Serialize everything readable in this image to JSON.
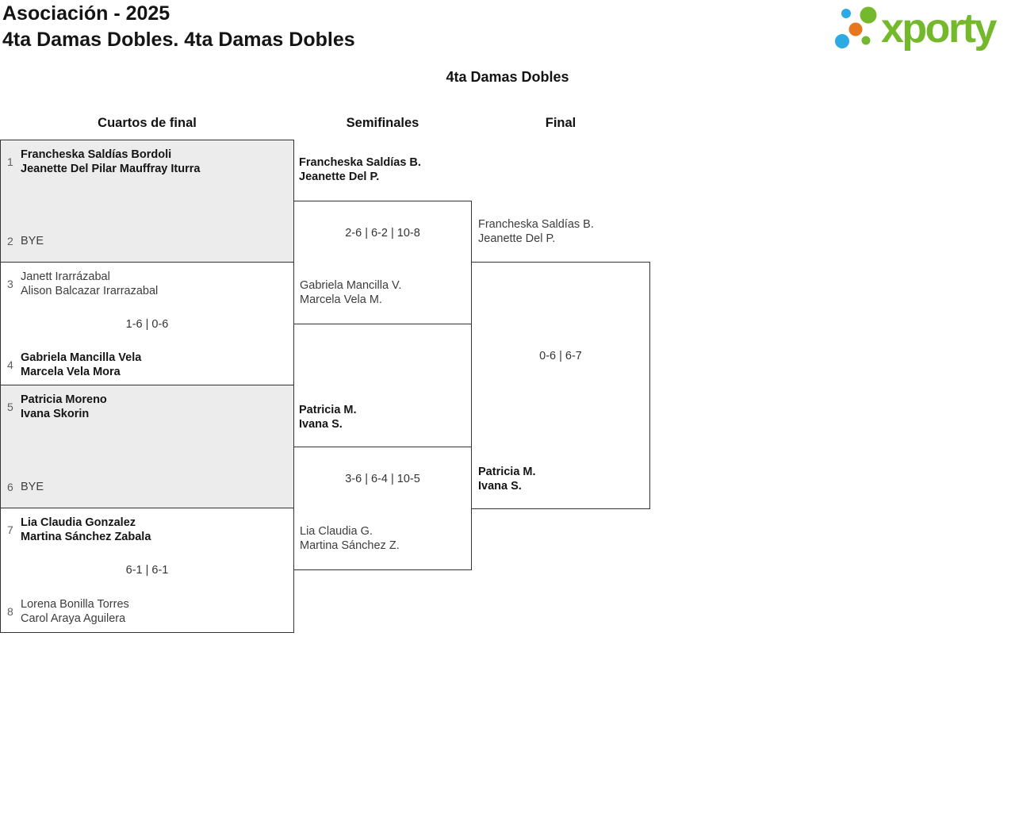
{
  "header": {
    "title_line1": "Asociación - 2025",
    "title_line2": "4ta Damas Dobles. 4ta Damas Dobles"
  },
  "logo": {
    "text": "xporty",
    "green": "#74b82c",
    "blue": "#2caae2",
    "orange": "#e8761e"
  },
  "bracket": {
    "title": "4ta Damas Dobles",
    "columns": [
      "Cuartos de final",
      "Semifinales",
      "Final"
    ],
    "quarterfinals": [
      {
        "seed_top": "1",
        "team_top_line1": "Francheska Saldías Bordoli",
        "team_top_line2": "Jeanette Del Pilar Mauffray Iturra",
        "seed_bottom": "2",
        "team_bottom_line1": "BYE"
      },
      {
        "seed_top": "3",
        "team_top_line1": "Janett Irarrázabal",
        "team_top_line2": "Alison Balcazar Irarrazabal",
        "score": "1-6 | 0-6",
        "seed_bottom": "4",
        "team_bottom_line1": "Gabriela Mancilla Vela",
        "team_bottom_line2": "Marcela Vela Mora"
      },
      {
        "seed_top": "5",
        "team_top_line1": "Patricia Moreno",
        "team_top_line2": "Ivana Skorin",
        "seed_bottom": "6",
        "team_bottom_line1": "BYE"
      },
      {
        "seed_top": "7",
        "team_top_line1": "Lia Claudia Gonzalez",
        "team_top_line2": "Martina Sánchez Zabala",
        "score": "6-1 | 6-1",
        "seed_bottom": "8",
        "team_bottom_line1": "Lorena Bonilla Torres",
        "team_bottom_line2": "Carol Araya Aguilera"
      }
    ],
    "semifinals": [
      {
        "winner_line1": "Francheska Saldías B.",
        "winner_line2": "Jeanette Del P.",
        "score": "2-6 | 6-2 | 10-8",
        "loser_line1": "Gabriela Mancilla V.",
        "loser_line2": "Marcela Vela M."
      },
      {
        "winner_line1": "Patricia M.",
        "winner_line2": "Ivana S.",
        "score": "3-6 | 6-4 | 10-5",
        "loser_line1": "Lia Claudia G.",
        "loser_line2": "Martina Sánchez Z."
      }
    ],
    "final": {
      "team1_line1": "Francheska Saldías B.",
      "team1_line2": "Jeanette Del P.",
      "score": "0-6 | 6-7",
      "team2_line1": "Patricia M.",
      "team2_line2": "Ivana S."
    }
  }
}
